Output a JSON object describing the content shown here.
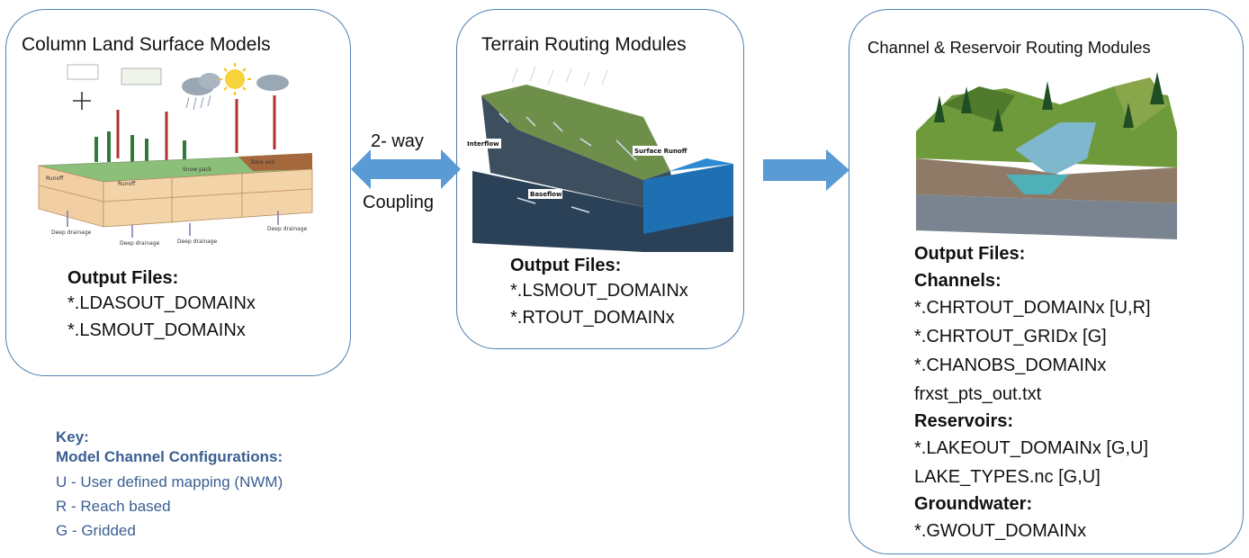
{
  "panels": {
    "column": {
      "title": "Column Land Surface Models",
      "output_label": "Output Files:",
      "files": [
        "*.LDASOUT_DOMAINx",
        "*.LSMOUT_DOMAINx"
      ],
      "illustration_labels": [
        "Deep drainage",
        "Deep drainage",
        "Deep drainage",
        "Deep drainage",
        "Runoff",
        "Runoff",
        "Bare soil",
        "Snow pack"
      ]
    },
    "terrain": {
      "title": "Terrain Routing Modules",
      "output_label": "Output Files:",
      "files": [
        "*.LSMOUT_DOMAINx",
        "*.RTOUT_DOMAINx"
      ],
      "illustration_labels": {
        "interflow": "Interflow",
        "surface_runoff": "Surface Runoff",
        "baseflow": "Baseflow"
      }
    },
    "channel": {
      "title": "Channel & Reservoir Routing Modules",
      "output_label": "Output Files:",
      "channels_label": "Channels:",
      "channel_files": [
        "*.CHRTOUT_DOMAINx [U,R]",
        "*.CHRTOUT_GRIDx [G]",
        "*.CHANOBS_DOMAINx",
        "frxst_pts_out.txt"
      ],
      "reservoirs_label": "Reservoirs:",
      "reservoir_files": [
        "*.LAKEOUT_DOMAINx [G,U]",
        "LAKE_TYPES.nc [G,U]"
      ],
      "groundwater_label": "Groundwater:",
      "groundwater_files": [
        "*.GWOUT_DOMAINx"
      ]
    }
  },
  "coupling": {
    "line1": "2- way",
    "line2": "Coupling"
  },
  "key": {
    "title": "Key:",
    "subtitle": "Model Channel Configurations:",
    "items": [
      "U - User defined mapping (NWM)",
      "R - Reach based",
      "G - Gridded"
    ]
  },
  "colors": {
    "panel_border": "#4f7fb0",
    "arrow": "#5b9bd5",
    "key_text": "#3b5f93"
  }
}
